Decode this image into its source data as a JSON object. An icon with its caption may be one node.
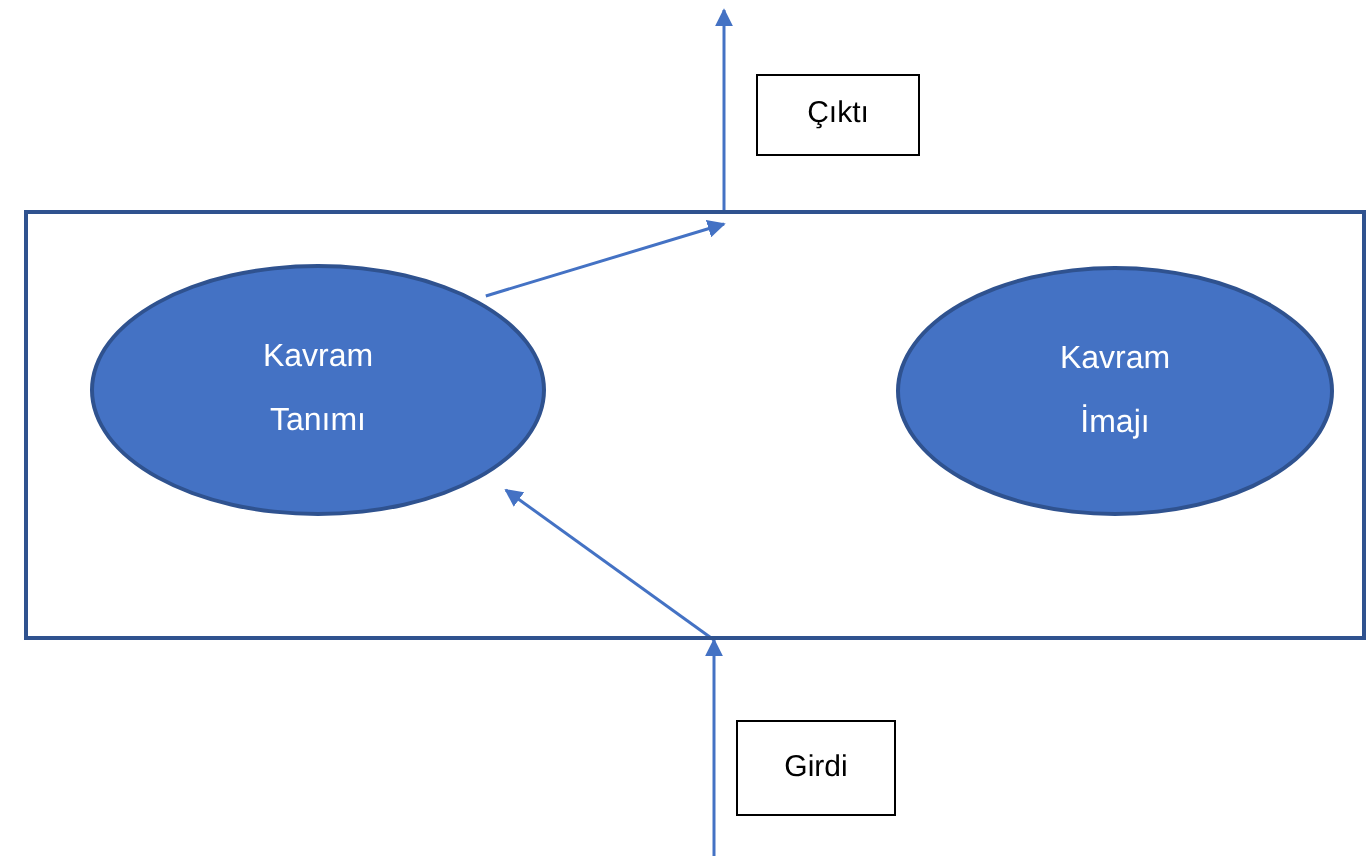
{
  "diagram": {
    "nodes": [
      {
        "text": [
          "Çıktı"
        ]
      },
      {
        "text": [],
        "shape": "box"
      },
      {
        "text": [
          "Kavram Tanımı"
        ],
        "in": 1
      },
      {
        "text": [
          "Kavram İmajı"
        ],
        "in": 1
      },
      {
        "text": [
          "Girdi"
        ]
      }
    ],
    "edges": [
      {
        "from": null,
        "to": 1,
        "arrow": "to"
      },
      {
        "from": 1,
        "to": 2,
        "arrow": "to"
      },
      {
        "from": 2,
        "to": 1,
        "arrow": "to"
      },
      {
        "from": 1,
        "to": null,
        "arrow": "to"
      }
    ]
  }
}
